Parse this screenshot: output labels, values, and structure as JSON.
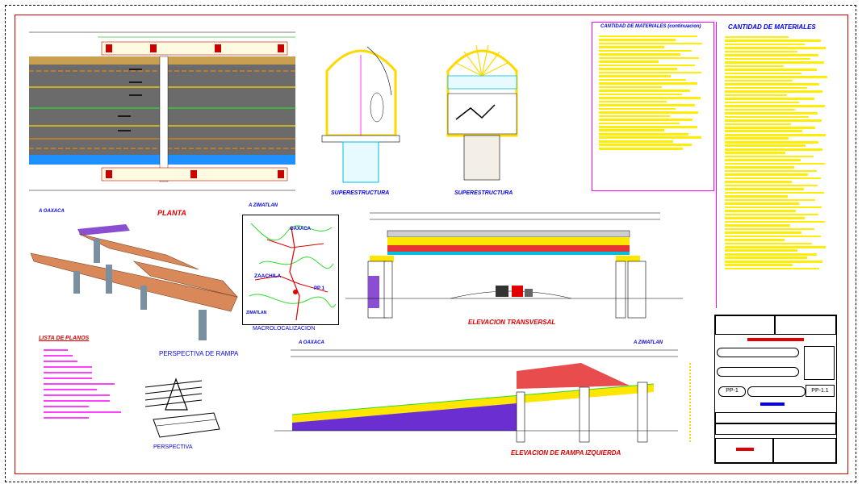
{
  "sheet": {
    "code_left": "PP-1",
    "code_right": "PP-1.1"
  },
  "views": {
    "plan": {
      "title": "PLANTA"
    },
    "perspective_ramp": {
      "title": "PERSPECTIVA DE RAMPA"
    },
    "perspective": {
      "title": "PERSPECTIVA"
    },
    "superstructure_left": {
      "title": "SUPERESTRUCTURA"
    },
    "superstructure_right": {
      "title": "SUPERESTRUCTURA"
    },
    "macro": {
      "title": "MACROLOCALIZACION",
      "places": [
        "OAXACA",
        "ZAACHILA",
        "ZIMATLAN",
        "PP 1"
      ]
    },
    "transversal": {
      "title": "ELEVACION TRANSVERSAL"
    },
    "ramp_left": {
      "title": "ELEVACION DE RAMPA IZQUIERDA"
    }
  },
  "directions": {
    "oaxaca_1": "A OAXACA",
    "zimatlan_1": "A ZIMATLAN",
    "oaxaca_2": "A OAXACA",
    "zimatlan_2": "A ZIMATLAN"
  },
  "plan_list": {
    "title": "LISTA DE PLANOS"
  },
  "materials": {
    "title_cont": "CANTIDAD DE MATERIALES (continuacion)",
    "title": "CANTIDAD DE MATERIALES"
  },
  "colors": {
    "sheet_border": "#e00000",
    "road": "#6b6b6b",
    "ramp": "#d9885a",
    "materials": "#ffee00",
    "frame": "#ff00ff"
  }
}
